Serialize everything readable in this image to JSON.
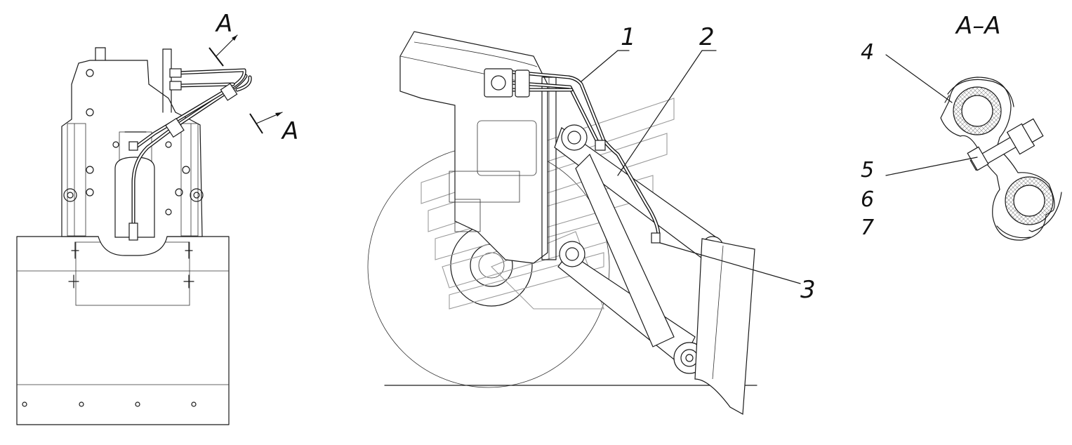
{
  "labels": {
    "section_top": "A",
    "section_bottom": "A",
    "section_title": "A–A",
    "callout_1": "1",
    "callout_2": "2",
    "callout_3": "3",
    "callout_4": "4",
    "callout_5": "5",
    "callout_6": "6",
    "callout_7": "7"
  },
  "colors": {
    "line": "#1a1a1a",
    "hatch": "#8a8a8a",
    "watermark": "#9a9a9a"
  }
}
